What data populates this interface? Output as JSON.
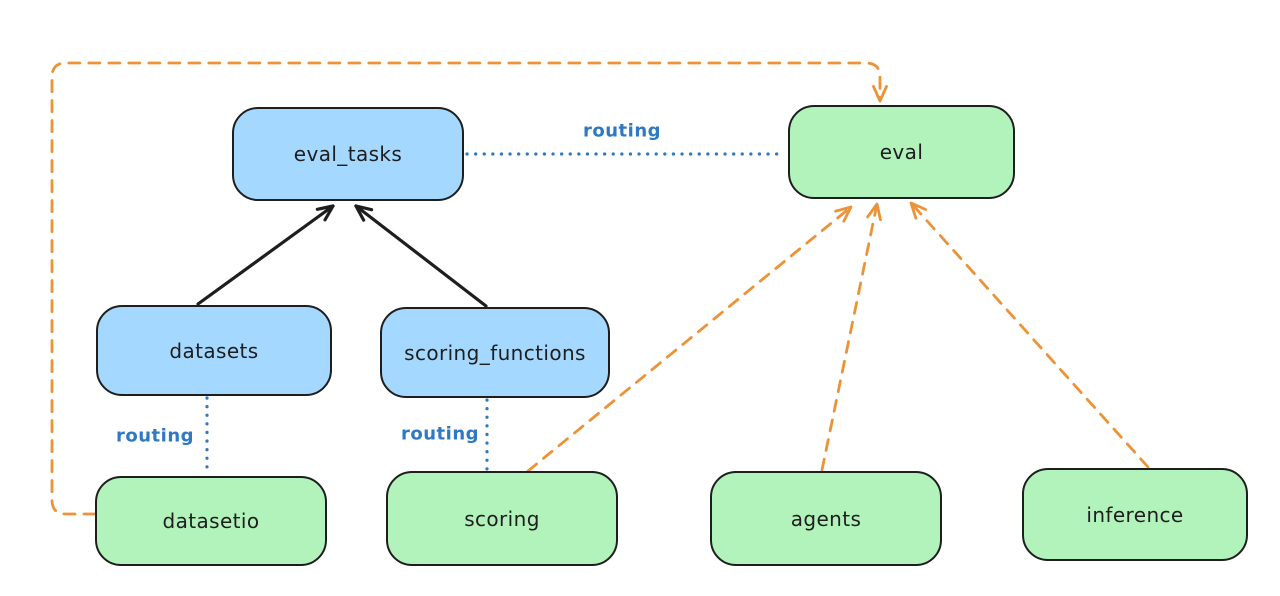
{
  "nodes": [
    {
      "id": "eval_tasks",
      "label": "eval_tasks",
      "color": "blue"
    },
    {
      "id": "eval",
      "label": "eval",
      "color": "green"
    },
    {
      "id": "datasets",
      "label": "datasets",
      "color": "blue"
    },
    {
      "id": "scoring_functions",
      "label": "scoring_functions",
      "color": "blue"
    },
    {
      "id": "datasetio",
      "label": "datasetio",
      "color": "green"
    },
    {
      "id": "scoring",
      "label": "scoring",
      "color": "green"
    },
    {
      "id": "agents",
      "label": "agents",
      "color": "green"
    },
    {
      "id": "inference",
      "label": "inference",
      "color": "green"
    }
  ],
  "edges": [
    {
      "from": "eval_tasks",
      "to": "eval",
      "type": "dotted-routing",
      "label": "routing"
    },
    {
      "from": "datasets",
      "to": "datasetio",
      "type": "dotted-routing",
      "label": "routing"
    },
    {
      "from": "scoring_functions",
      "to": "scoring",
      "type": "dotted-routing",
      "label": "routing"
    },
    {
      "from": "datasets",
      "to": "eval_tasks",
      "type": "solid-arrow"
    },
    {
      "from": "scoring_functions",
      "to": "eval_tasks",
      "type": "solid-arrow"
    },
    {
      "from": "datasetio",
      "to": "eval",
      "type": "dashed-arrow"
    },
    {
      "from": "scoring",
      "to": "eval",
      "type": "dashed-arrow"
    },
    {
      "from": "agents",
      "to": "eval",
      "type": "dashed-arrow"
    },
    {
      "from": "inference",
      "to": "eval",
      "type": "dashed-arrow"
    }
  ],
  "colors": {
    "background": "#ffffff",
    "node_stroke": "#1e1e1e",
    "blue_node_fill": "#a5d8ff",
    "green_node_fill": "#b2f2bb",
    "routing_line": "#2f78c2",
    "dashed_arrow": "#ec9237",
    "solid_arrow": "#1e1e1e"
  }
}
